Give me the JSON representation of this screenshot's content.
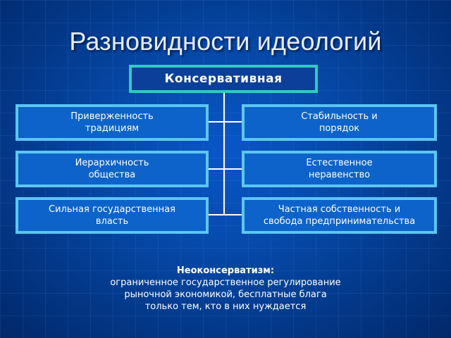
{
  "slide": {
    "title": "Разновидности идеологий"
  },
  "diagram": {
    "root": "Консервативная",
    "left_items": [
      "Приверженность\nтрадициям",
      "Иерархичность\nобщества",
      "Сильная государственная\nвласть"
    ],
    "right_items": [
      "Стабильность и\nпорядок",
      "Естественное\nнеравенство",
      "Частная собственность и\nсвобода предпринимательства"
    ]
  },
  "note": {
    "heading": "Неоконсерватизм:",
    "body": "ограниченное государственное регулирование\nрыночной экономикой, бесплатные блага\nтолько тем, кто в них нуждается"
  },
  "colors": {
    "background": "#0652b8",
    "box_fill": "#0d63c9",
    "box_border": "#5cc6f2",
    "root_border": "#35c8c6",
    "connector": "#ffffff"
  }
}
